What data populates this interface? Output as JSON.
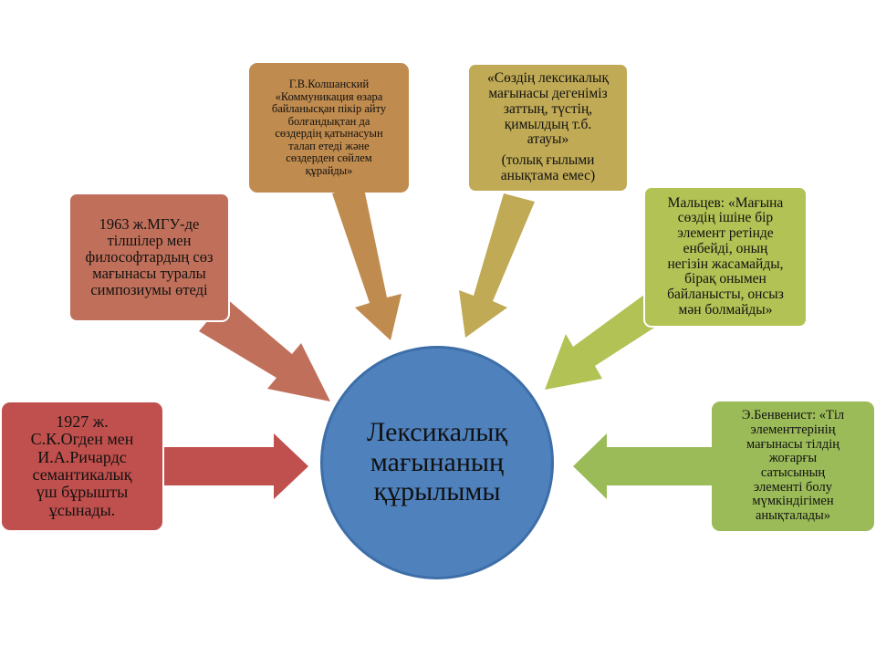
{
  "center": {
    "line1": "Лексикалық",
    "line2": "мағынаның",
    "line3": "құрылымы",
    "color": "#4f81bd"
  },
  "nodes": {
    "red": {
      "lines": [
        "1927 ж.",
        "С.К.Огден мен",
        "И.А.Ричардс",
        "семантикалық",
        "үш бұрышты",
        "ұсынады."
      ],
      "color": "#c0504d"
    },
    "orange": {
      "lines": [
        "1963 ж.МГУ-де",
        "тілшілер мен",
        "философтардың сөз",
        "мағынасы туралы",
        "симпозиумы өтеді"
      ],
      "color": "#c0705a"
    },
    "tan": {
      "lines": [
        "Г.В.Колшанский",
        "«Коммуникация өзара",
        "байланысқан пікір айту",
        "болғандықтан да",
        "сөздердің қатынасуын",
        "талап етеді және",
        "сөздерден сөйлем",
        "құрайды»"
      ],
      "color": "#c08b4e"
    },
    "olive": {
      "lines": [
        "«Сөздің лексикалық",
        "мағынасы дегеніміз",
        "заттың, түстің,",
        "қимылдың т.б.",
        "атауы»"
      ],
      "note_lines": [
        "(толық ғылыми",
        "анықтама емес)"
      ],
      "color": "#c0aa55"
    },
    "lime": {
      "lines": [
        "Мальцев: «Мағына",
        "сөздің ішіне бір",
        "элемент ретінде",
        "енбейді, оның",
        "негізін жасамайды,",
        "бірақ онымен",
        "байланысты, онсыз",
        "мән болмайды»"
      ],
      "color": "#b3c255"
    },
    "green": {
      "lines": [
        "Э.Бенвенист: «Тіл",
        "элементтерінің",
        "мағынасы тілдің",
        "жоғарғы",
        "сатысының",
        "элементі болу",
        "мүмкіндігімен",
        "анықталады»"
      ],
      "color": "#9bbb59"
    }
  }
}
